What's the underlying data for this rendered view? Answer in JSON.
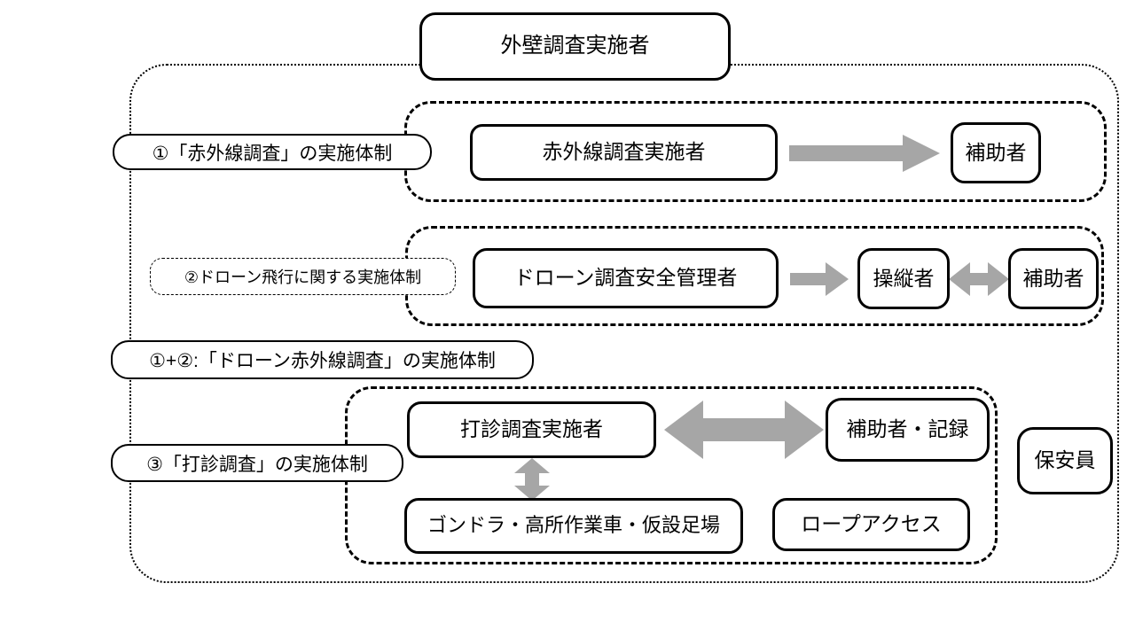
{
  "diagram": {
    "colors": {
      "arrow_gray": "#a6a6a6",
      "line_black": "#000000",
      "background": "#ffffff"
    },
    "root_box": {
      "label": "外壁調査実施者"
    },
    "sections": {
      "infrared": {
        "label": "①「赤外線調査」の実施体制",
        "implementer": "赤外線調査実施者",
        "assistant": "補助者"
      },
      "drone": {
        "label": "②ドローン飛行に関する実施体制",
        "safety_manager": "ドローン調査安全管理者",
        "operator": "操縦者",
        "assistant": "補助者"
      },
      "combined": {
        "label": "①+②:「ドローン赤外線調査」の実施体制"
      },
      "hammering": {
        "label": "③「打診調査」の実施体制",
        "implementer": "打診調査実施者",
        "assistant_recorder": "補助者・記録",
        "access_equipment": "ゴンドラ・高所作業車・仮設足場",
        "rope_access": "ロープアクセス"
      }
    },
    "guard": {
      "label": "保安員"
    }
  }
}
